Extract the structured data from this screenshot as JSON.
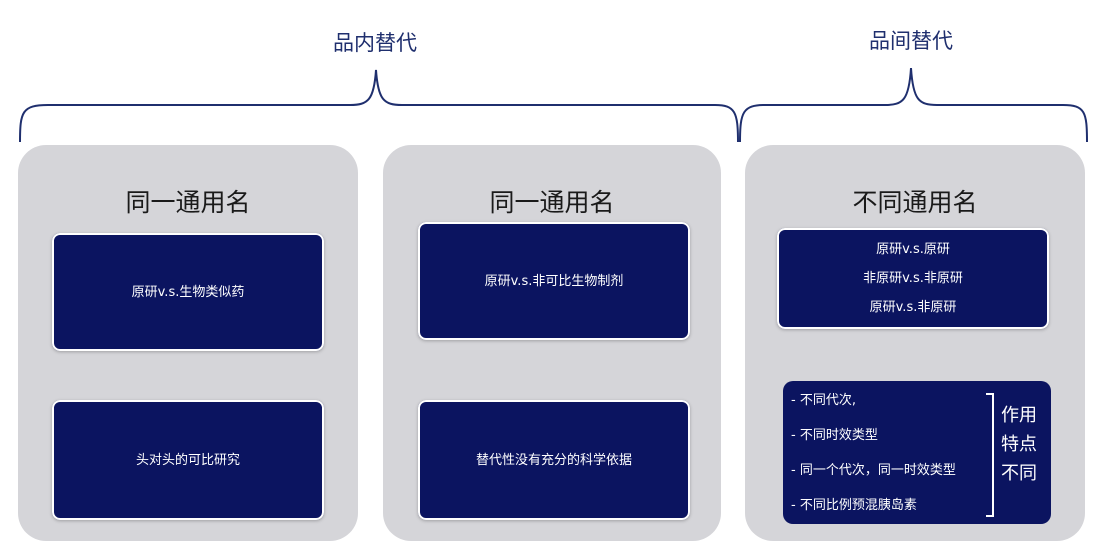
{
  "groups": {
    "left": "品内替代",
    "right": "品间替代"
  },
  "panels": [
    {
      "title": "同一通用名",
      "boxes": [
        {
          "lines": [
            "原研v.s.生物类似药"
          ]
        },
        {
          "lines": [
            "头对头的可比研究"
          ]
        }
      ]
    },
    {
      "title": "同一通用名",
      "boxes": [
        {
          "lines": [
            "原研v.s.非可比生物制剂"
          ]
        },
        {
          "lines": [
            "替代性没有充分的科学依据"
          ]
        }
      ]
    },
    {
      "title": "不同通用名",
      "boxes": [
        {
          "lines": [
            "原研v.s.原研",
            "非原研v.s.非原研",
            "原研v.s.非原研"
          ]
        }
      ],
      "list": {
        "items": [
          "- 不同代次,",
          "- 不同时效类型",
          "- 同一个代次，同一时效类型",
          "- 不同比例预混胰岛素"
        ],
        "side_label": [
          "作用",
          "特点",
          "不同"
        ]
      }
    }
  ],
  "colors": {
    "panel_bg": "#d5d5d9",
    "box_bg": "#0b1460",
    "brace": "#1f2f6e"
  }
}
